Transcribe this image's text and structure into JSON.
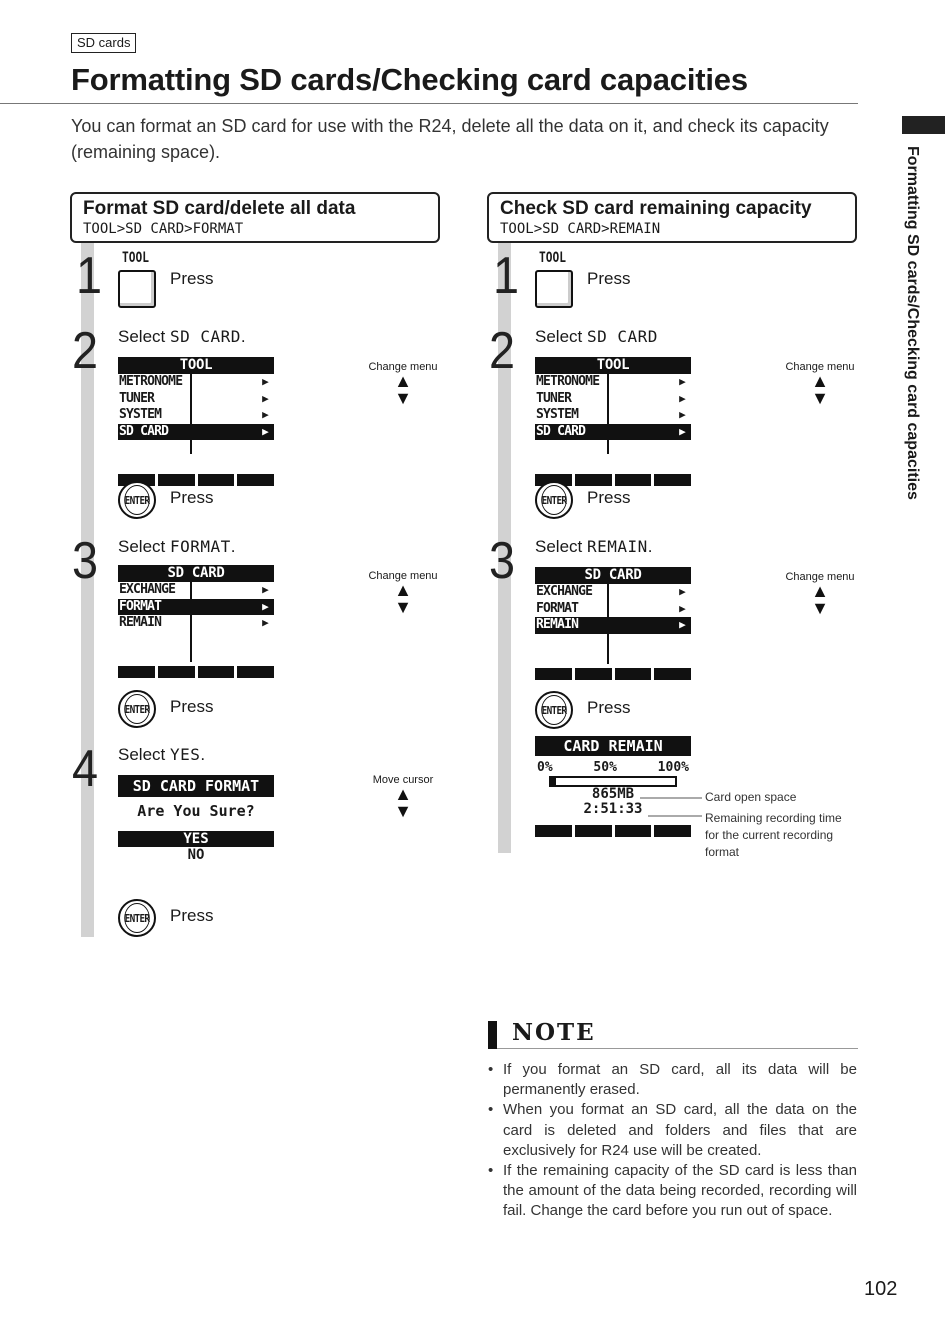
{
  "header": {
    "section_tag": "SD cards",
    "title": "Formatting SD cards/Checking card capacities",
    "intro": "You can format an SD card for use with the R24, delete all the data on it, and check its capacity (remaining space)."
  },
  "side_label": "Formatting SD cards/Checking card capacities",
  "left": {
    "heading": "Format SD card/delete all data",
    "path": "TOOL>SD CARD>FORMAT",
    "step1": {
      "num": "1",
      "caption": "TOOL",
      "press": "Press"
    },
    "step2": {
      "num": "2",
      "select": "Select",
      "word": "SD CARD",
      "suffix": ".",
      "lcd": {
        "header": "TOOL",
        "rows": [
          "METRONOME",
          "TUNER",
          "SYSTEM",
          "SD CARD"
        ],
        "selected": 3
      },
      "arrows": "Change menu",
      "press": "Press"
    },
    "step3": {
      "num": "3",
      "select": "Select",
      "word": "FORMAT",
      "suffix": ".",
      "lcd": {
        "header": "SD CARD",
        "rows": [
          "EXCHANGE",
          "FORMAT",
          "REMAIN"
        ],
        "selected": 1
      },
      "arrows": "Change menu",
      "press": "Press"
    },
    "step4": {
      "num": "4",
      "select": "Select",
      "word": "YES",
      "suffix": ".",
      "lcd": {
        "header": "SD CARD FORMAT",
        "question": "Are You Sure?",
        "yes": "YES",
        "no": "NO"
      },
      "arrows": "Move cursor",
      "press": "Press"
    }
  },
  "right": {
    "heading": "Check SD card remaining capacity",
    "path": "TOOL>SD CARD>REMAIN",
    "step1": {
      "num": "1",
      "caption": "TOOL",
      "press": "Press"
    },
    "step2": {
      "num": "2",
      "select": "Select",
      "word": "SD CARD",
      "suffix": "",
      "lcd": {
        "header": "TOOL",
        "rows": [
          "METRONOME",
          "TUNER",
          "SYSTEM",
          "SD CARD"
        ],
        "selected": 3
      },
      "arrows": "Change menu",
      "press": "Press"
    },
    "step3": {
      "num": "3",
      "select": "Select",
      "word": "REMAIN",
      "suffix": ".",
      "lcd": {
        "header": "SD CARD",
        "rows": [
          "EXCHANGE",
          "FORMAT",
          "REMAIN"
        ],
        "selected": 2
      },
      "arrows": "Change menu",
      "press": "Press"
    },
    "remain": {
      "header": "CARD REMAIN",
      "scale": [
        "0%",
        "50%",
        "100%"
      ],
      "used_fraction": 0.04,
      "space": "865MB",
      "time": "2:51:33",
      "callout_space": "Card open space",
      "callout_time": "Remaining recording time for the current recording format"
    }
  },
  "enter_label": "ENTER",
  "note": {
    "title": "NOTE",
    "items": [
      "If you format an SD card, all its data will be permanently erased.",
      "When you format an SD card, all the data on the card is deleted and folders and files that are exclusively for R24 use will be created.",
      "If the remaining capacity of the SD card is less than the amount of the data being recorded, recording will fail. Change the card before you run out of space."
    ]
  },
  "page_number": "102"
}
